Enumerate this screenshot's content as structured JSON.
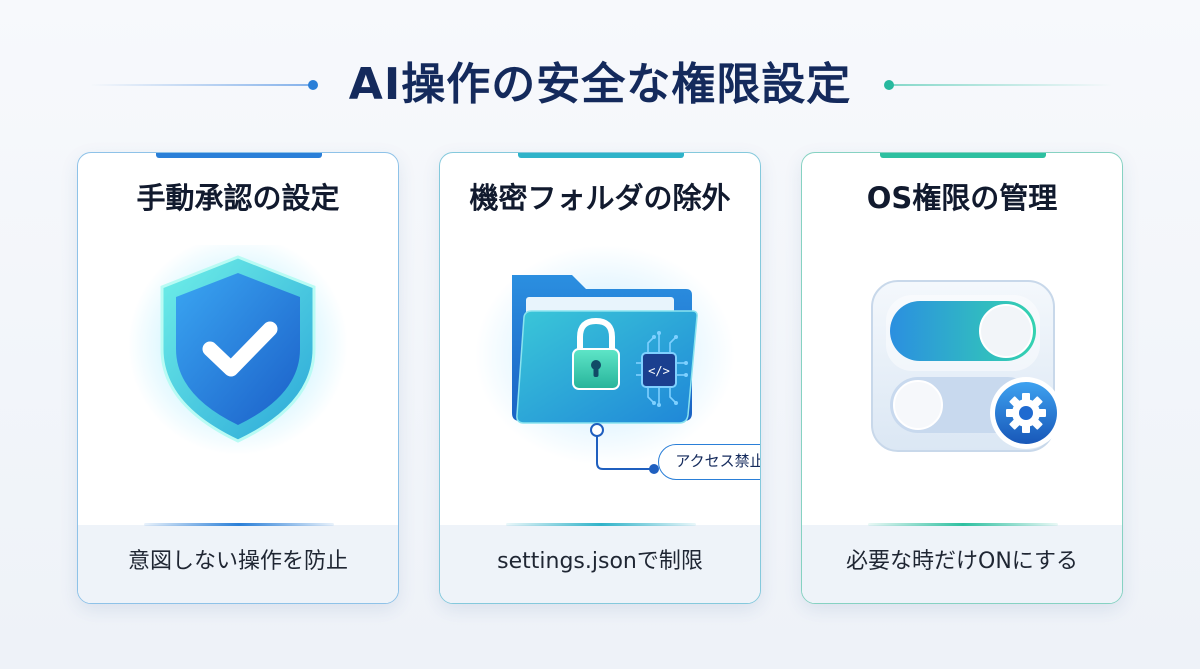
{
  "page": {
    "title": "AI操作の安全な権限設定"
  },
  "cards": [
    {
      "title": "手動承認の設定",
      "icon": "shield-check-icon",
      "caption": "意図しない操作を防止",
      "accent": "#2a7fd8"
    },
    {
      "title": "機密フォルダの除外",
      "icon": "locked-folder-icon",
      "callout": "アクセス禁止",
      "caption": "settings.jsonで制限",
      "accent": "#2fb3c9"
    },
    {
      "title": "OS権限の管理",
      "icon": "toggle-settings-icon",
      "caption": "必要な時だけONにする",
      "accent": "#2dc0a0"
    }
  ],
  "colors": {
    "title": "#142a5c",
    "blue": "#2a7fd8",
    "teal": "#2fb3c9",
    "green": "#2dc0a0"
  }
}
